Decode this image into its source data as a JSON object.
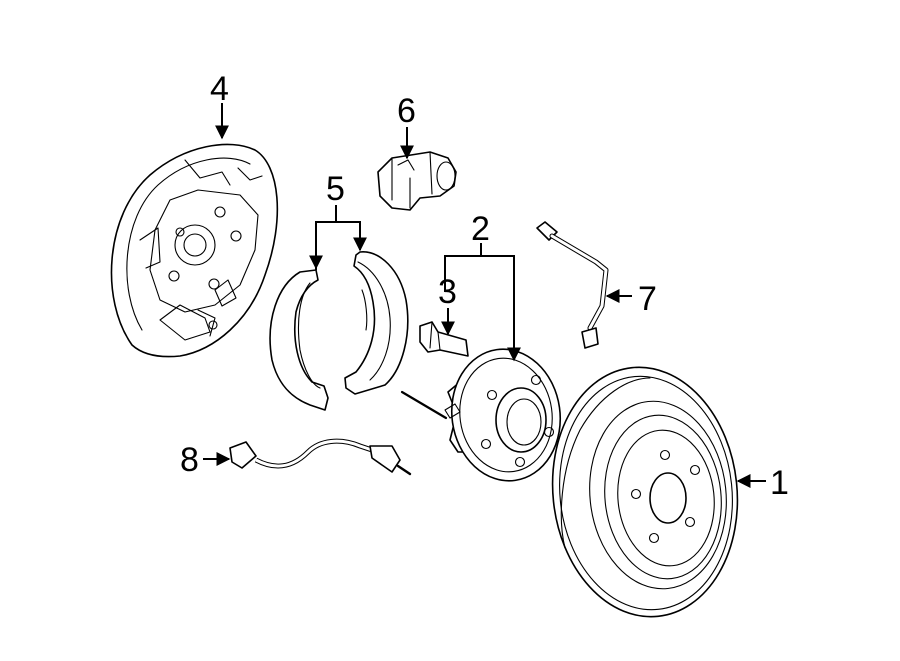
{
  "callouts": {
    "brake_drum": "1",
    "hub_bearing": "2",
    "hub_bolt": "3",
    "backing_plate": "4",
    "brake_shoes": "5",
    "wheel_cylinder": "6",
    "brake_hose": "7",
    "abs_sensor": "8"
  },
  "colors": {
    "line": "#000000",
    "background": "#ffffff"
  }
}
